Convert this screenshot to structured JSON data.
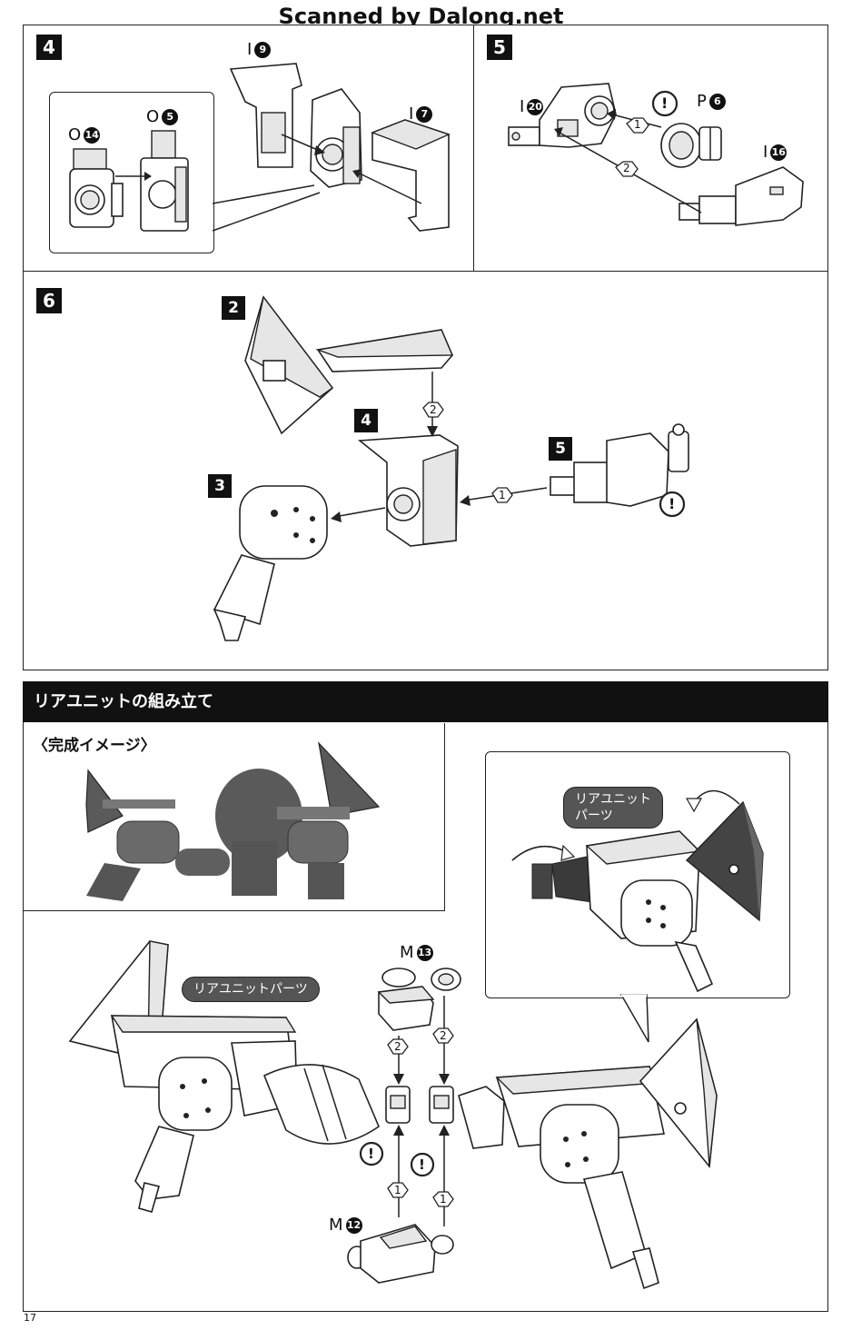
{
  "watermark": "Scanned by Dalong.net",
  "steps": {
    "s4": {
      "number": "4",
      "parts": [
        {
          "letter": "I",
          "num": "9"
        },
        {
          "letter": "I",
          "num": "7"
        },
        {
          "letter": "O",
          "num": "14"
        },
        {
          "letter": "O",
          "num": "5"
        }
      ]
    },
    "s5": {
      "number": "5",
      "parts": [
        {
          "letter": "I",
          "num": "20"
        },
        {
          "letter": "P",
          "num": "6"
        },
        {
          "letter": "I",
          "num": "16"
        }
      ],
      "order": [
        "1",
        "2"
      ],
      "caution": "!"
    },
    "s6": {
      "number": "6",
      "subs": [
        "2",
        "4",
        "5",
        "3"
      ],
      "order": [
        "1",
        "2"
      ],
      "caution": "!"
    }
  },
  "rear_unit": {
    "title": "リアユニットの組み立て",
    "completed_label": "〈完成イメージ〉",
    "callout_inset": "リアユニット\nパーツ",
    "callout_main": "リアユニットパーツ",
    "parts": [
      {
        "letter": "M",
        "num": "13"
      },
      {
        "letter": "M",
        "num": "12"
      }
    ],
    "order": [
      "1",
      "2"
    ],
    "caution": "!"
  },
  "page_number": "17",
  "icons": [
    "caution-icon",
    "step-order-hexagon-icon",
    "arrow-icon",
    "rotate-arrow-icon"
  ]
}
